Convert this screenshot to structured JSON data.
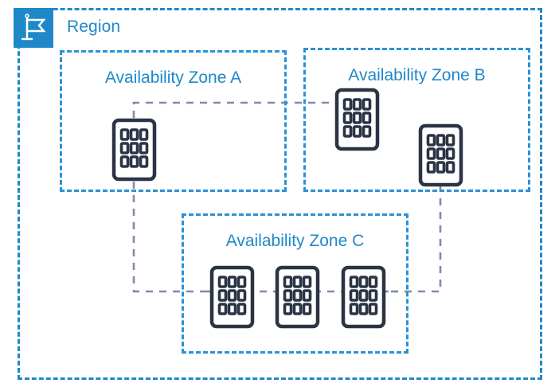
{
  "diagram": {
    "title": "Region",
    "type": "cloud-region-availability-zones",
    "colors": {
      "region_border": "#1f88c9",
      "zone_border": "#2a92d5",
      "label_text": "#1f88c9",
      "badge_fill": "#1f88c9",
      "badge_icon": "#ffffff",
      "building_outline": "#2b3445",
      "connector": "#7e8bab",
      "background": "#ffffff"
    },
    "region": {
      "label": "Region",
      "badge_icon": "flag-icon"
    },
    "zones": [
      {
        "id": "az-a",
        "label": "Availability Zone A",
        "buildings": 1
      },
      {
        "id": "az-b",
        "label": "Availability Zone B",
        "buildings": 2
      },
      {
        "id": "az-c",
        "label": "Availability Zone C",
        "buildings": 3
      }
    ],
    "buildings": [
      {
        "id": "building-a-1",
        "zone": "az-a",
        "icon": "building-icon"
      },
      {
        "id": "building-b-1",
        "zone": "az-b",
        "icon": "building-icon"
      },
      {
        "id": "building-b-2",
        "zone": "az-b",
        "icon": "building-icon"
      },
      {
        "id": "building-c-1",
        "zone": "az-c",
        "icon": "building-icon"
      },
      {
        "id": "building-c-2",
        "zone": "az-c",
        "icon": "building-icon"
      },
      {
        "id": "building-c-3",
        "zone": "az-c",
        "icon": "building-icon"
      }
    ],
    "connections": [
      {
        "from": "building-a-1",
        "to": "building-b-1",
        "style": "dashed"
      },
      {
        "from": "building-a-1",
        "to": "building-c-1",
        "style": "dashed"
      },
      {
        "from": "building-b-2",
        "to": "building-c-3",
        "style": "dashed"
      },
      {
        "from": "building-c-1",
        "to": "building-c-2",
        "style": "dashed"
      },
      {
        "from": "building-c-2",
        "to": "building-c-3",
        "style": "dashed"
      }
    ]
  }
}
